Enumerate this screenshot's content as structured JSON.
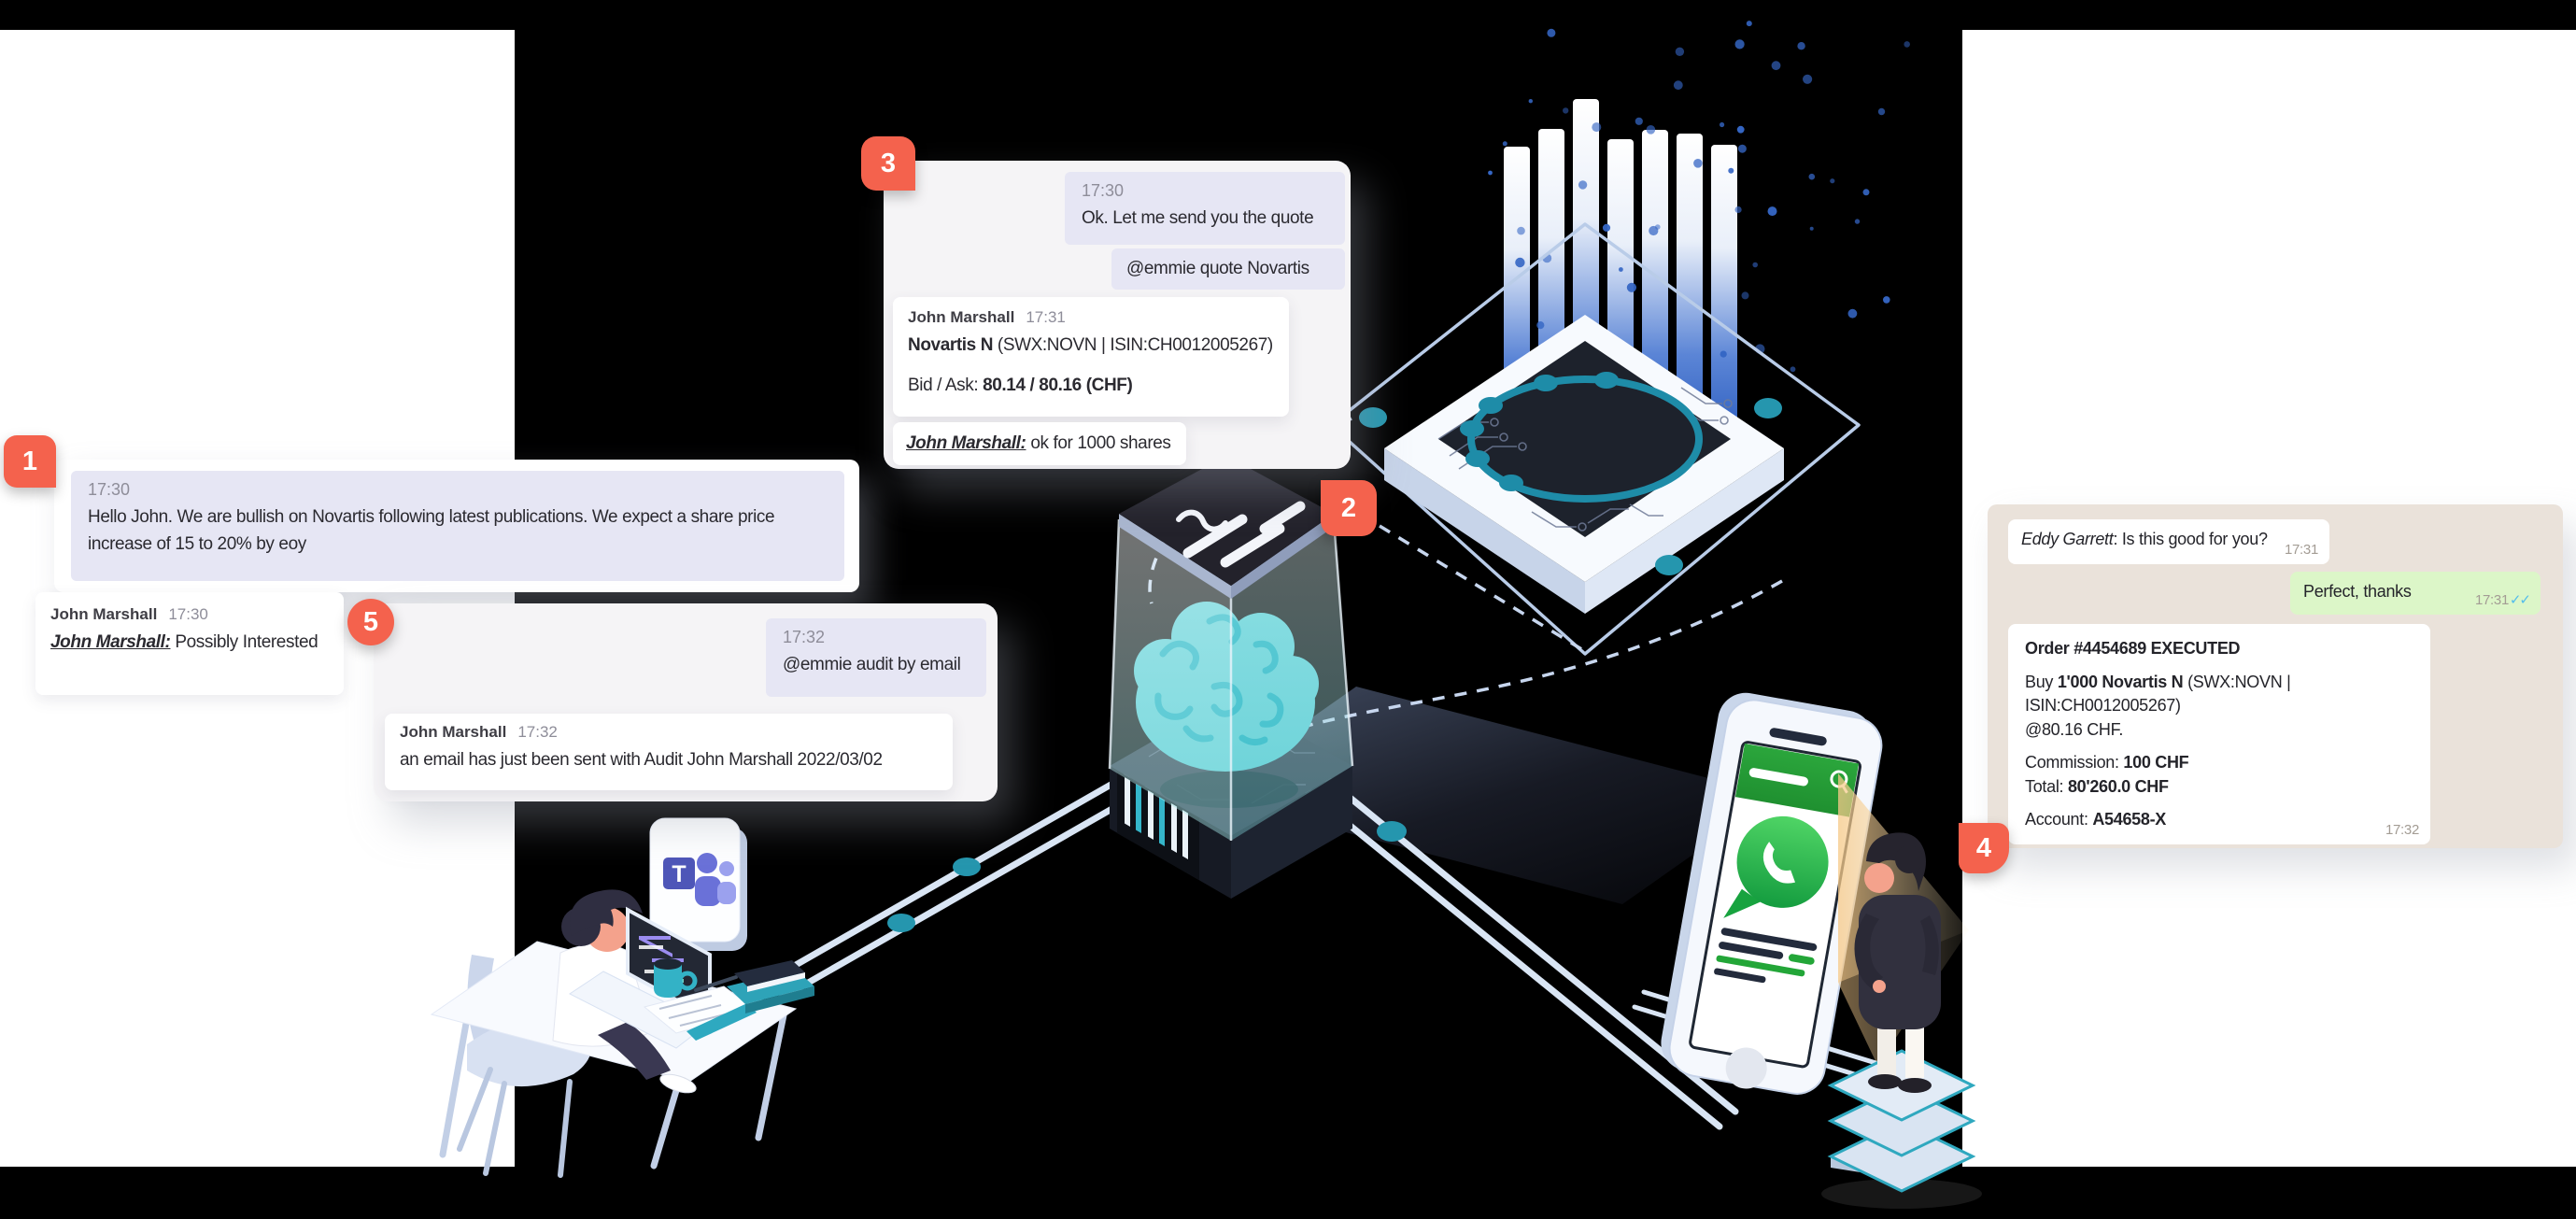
{
  "badges": {
    "b1": "1",
    "b2": "2",
    "b3": "3",
    "b4": "4",
    "b5": "5"
  },
  "teams": {
    "thread1": {
      "time": "17:30",
      "message": "Hello John. We are bullish on Novartis following latest publications. We expect a share price increase of 15 to 20% by eoy",
      "reply_author": "John Marshall",
      "reply_time": "17:30",
      "reply_handle": "John Marshall:",
      "reply_text": " Possibly Interested"
    },
    "thread3": {
      "b1_time": "17:30",
      "b1_text": "Ok. Let me send you the quote",
      "b2_text": "@emmie quote Novartis",
      "quote_author": "John Marshall",
      "quote_time": "17:31",
      "quote_name": "Novartis N",
      "quote_detail": " (SWX:NOVN | ISIN:CH0012005267)",
      "bidask_label": "Bid / Ask:  ",
      "bidask_value": "80.14 / 80.16 (CHF)",
      "ok_handle": "John Marshall:",
      "ok_text": " ok for 1000 shares"
    },
    "thread5": {
      "b_time": "17:32",
      "b_text": "@emmie audit by email",
      "reply_author": "John Marshall",
      "reply_time": "17:32",
      "reply_text": "an email has just been sent with Audit John Marshall 2022/03/02"
    }
  },
  "whatsapp": {
    "incoming_name": "Eddy Garrett",
    "incoming_text": ": Is this good for you?",
    "incoming_time": "17:31",
    "outgoing_text": "Perfect, thanks",
    "outgoing_time": "17:31",
    "ticks": "✓✓",
    "order_title": "Order #4454689 EXECUTED",
    "buy_prefix": "Buy ",
    "buy_bold": "1'000  Novartis N",
    "buy_rest": " (SWX:NOVN | ISIN:CH0012005267)",
    "buy_line2": "@80.16 CHF.",
    "commission_label": "Commission: ",
    "commission_value": "100 CHF",
    "total_label": "Total: ",
    "total_value": "80'260.0 CHF",
    "account_label": "Account: ",
    "account_value": "A54658-X",
    "order_time": "17:32"
  },
  "icons": {
    "teams_t": "T"
  },
  "colors": {
    "accent": "#F4624D",
    "lavender_bubble": "#E6E6F4",
    "card_gray": "#F5F4F6",
    "whatsapp_bg": "#EAE2DA",
    "whatsapp_green": "#DCF6C8",
    "tick_blue": "#53BDEB",
    "teal_dot": "#2596AE",
    "line_blue": "#D9E5F4",
    "bar_blue": "#2B5CBE"
  }
}
